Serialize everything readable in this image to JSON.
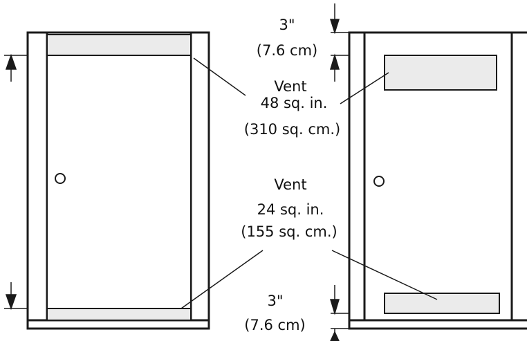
{
  "colors": {
    "line": "#1a1a1a",
    "panel": "#ffffff",
    "vent_fill": "#ebebeb",
    "background": "#ffffff"
  },
  "top_clearance": {
    "inches": "3\"",
    "cm": "(7.6 cm)"
  },
  "upper_vent": {
    "title": "Vent",
    "area_in": "48 sq. in.",
    "area_cm": "(310 sq. cm.)"
  },
  "lower_vent": {
    "title": "Vent",
    "area_in": "24 sq. in.",
    "area_cm": "(155 sq. cm.)"
  },
  "bottom_clearance": {
    "inches": "3\"",
    "cm": "(7.6 cm)"
  },
  "icons": {
    "door_knob": "door-knob-icon",
    "arrow": "dimension-arrow-icon"
  }
}
